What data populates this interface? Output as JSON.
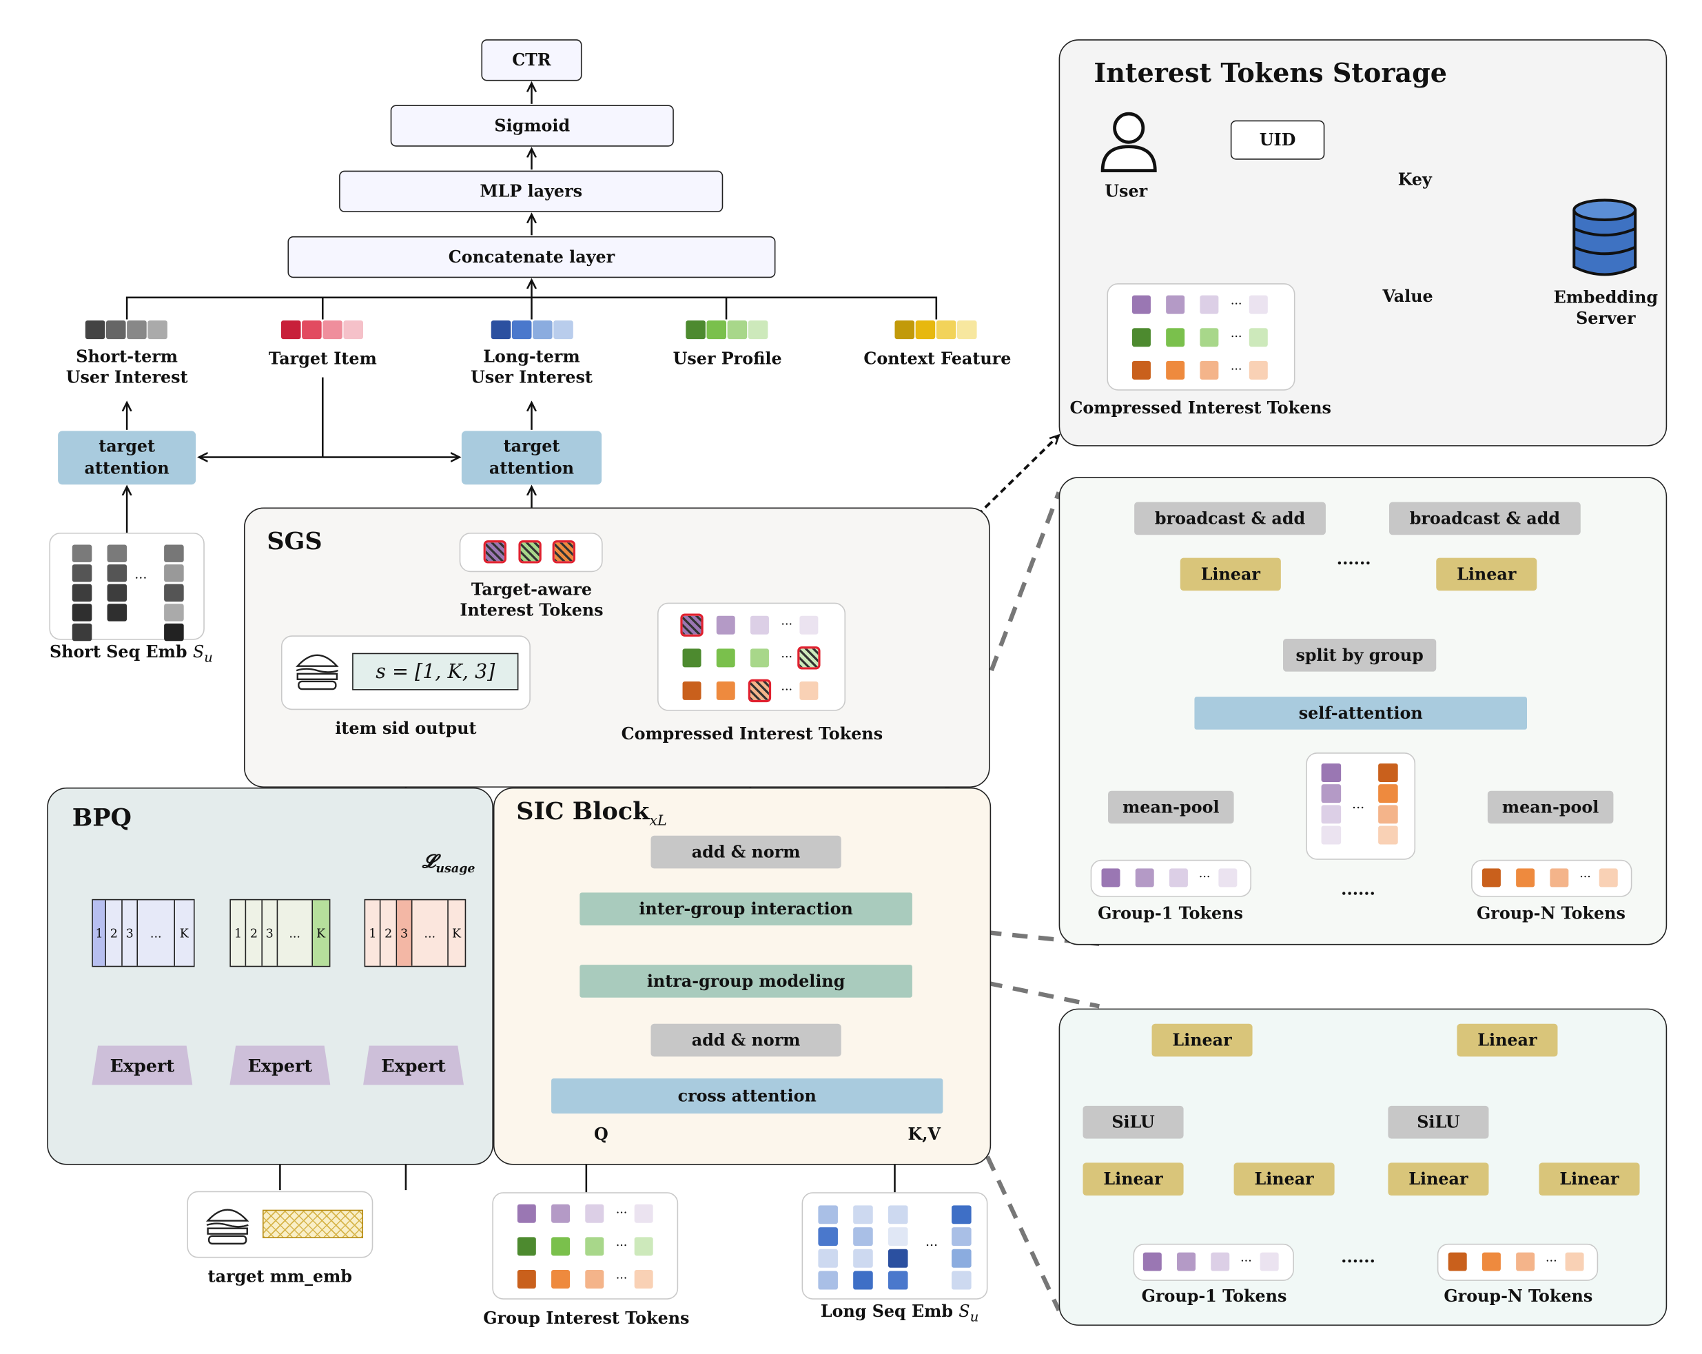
{
  "top": {
    "ctr": "CTR",
    "sigmoid": "Sigmoid",
    "mlp": "MLP layers",
    "concat": "Concatenate layer",
    "features": {
      "short_term": "Short-term\nUser Interest",
      "target_item": "Target Item",
      "long_term": "Long-term\nUser Interest",
      "user_profile": "User Profile",
      "context": "Context Feature"
    },
    "target_attention": "target\nattention",
    "short_seq_label": "Short Seq Emb",
    "seq_symbol": "S",
    "seq_sub": "u"
  },
  "sgs": {
    "title": "SGS",
    "target_aware": "Target-aware\nInterest Tokens",
    "sid_formula": "s = [1, K, 3]",
    "sid_output": "item sid output",
    "compressed": "Compressed Interest Tokens"
  },
  "bpq": {
    "title": "BPQ",
    "loss": "𝓛",
    "loss_sub": "usage",
    "codebook_cells_a": [
      "1",
      "2",
      "3",
      "...",
      "K"
    ],
    "codebook_cells_b": [
      "1",
      "2",
      "3",
      "...",
      "K"
    ],
    "codebook_cells_c": [
      "1",
      "2",
      "3",
      "...",
      "K"
    ],
    "expert": "Expert",
    "target_mm_emb": "target mm_emb"
  },
  "sic": {
    "title": "SIC Block",
    "title_sub": "xL",
    "add_norm": "add & norm",
    "inter_group": "inter-group interaction",
    "intra_group": "intra-group modeling",
    "cross_attention": "cross attention",
    "q": "Q",
    "kv": "K,V",
    "group_tokens": "Group Interest Tokens",
    "long_seq_label": "Long Seq Emb"
  },
  "storage": {
    "title": "Interest Tokens Storage",
    "user": "User",
    "uid": "UID",
    "key": "Key",
    "value": "Value",
    "server": "Embedding\nServer",
    "compressed": "Compressed Interest Tokens"
  },
  "inter_panel": {
    "broadcast": "broadcast & add",
    "linear": "Linear",
    "dots": "......",
    "split": "split by group",
    "self_attention": "self-attention",
    "mean_pool": "mean-pool",
    "group1": "Group-1 Tokens",
    "groupN": "Group-N Tokens",
    "dots_mid": "......"
  },
  "intra_panel": {
    "linear": "Linear",
    "silu": "SiLU",
    "group1": "Group-1 Tokens",
    "groupN": "Group-N Tokens",
    "dots": "......"
  },
  "ellipsis": "...",
  "colors": {
    "purple": [
      "#9a77b3",
      "#b49ac6",
      "#dccfe6",
      "#ebe3f0"
    ],
    "green": [
      "#4d8a2f",
      "#7ac04c",
      "#a8d78a",
      "#cde9bb"
    ],
    "orange": [
      "#c9601c",
      "#ee8a3e",
      "#f4b48a",
      "#f9d1b5"
    ],
    "grey": [
      "#444",
      "#666",
      "#888",
      "#aaa"
    ],
    "red": [
      "#c8203a",
      "#e24b60",
      "#ef8e9c",
      "#f5c1c9"
    ],
    "blue": [
      "#2b50a0",
      "#4a78cc",
      "#8bacdf",
      "#b9cdec"
    ],
    "yellow": [
      "#c29a0a",
      "#e7b80f",
      "#f2d35a",
      "#f7e79f"
    ]
  }
}
